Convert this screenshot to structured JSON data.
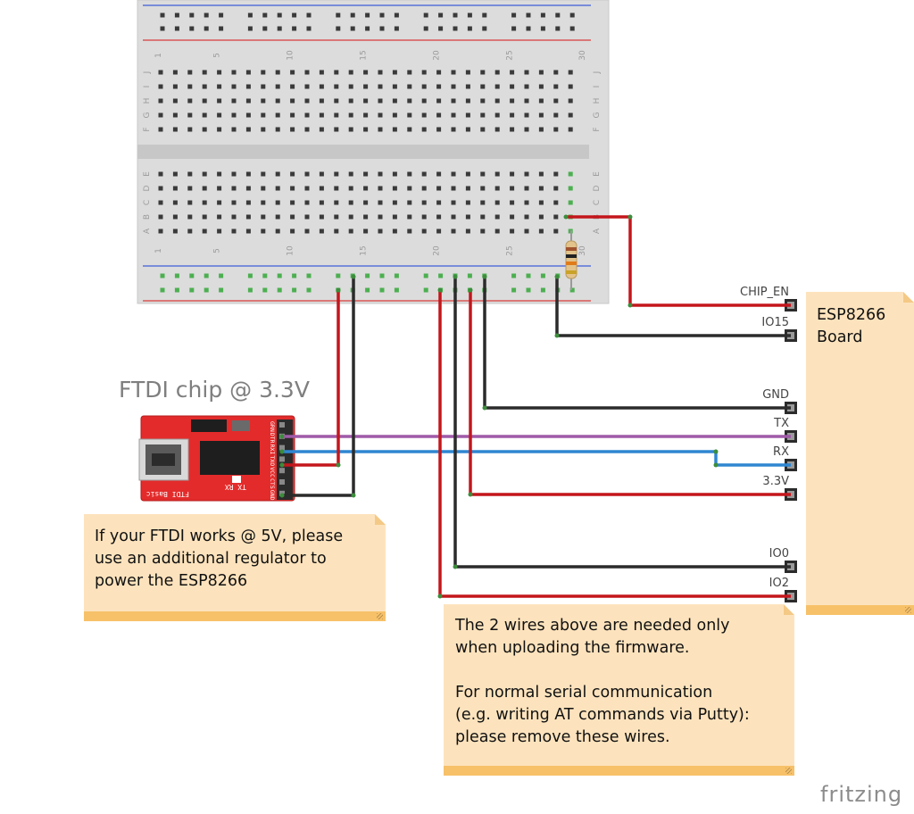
{
  "ftdi": {
    "title": "FTDI chip @ 3.3V",
    "silk_text": "FTDI Basic",
    "silk_txrx": "TX  RX",
    "pins": [
      "GRN",
      "DTR",
      "RXI",
      "TXO",
      "VCC",
      "CTS",
      "GND"
    ]
  },
  "esp": {
    "label": "ESP8266\nBoard",
    "pins": [
      "CHIP_EN",
      "IO15",
      "GND",
      "TX",
      "RX",
      "3.3V",
      "IO0",
      "IO2"
    ]
  },
  "breadboard": {
    "col_numbers": [
      "1",
      "5",
      "10",
      "15",
      "20",
      "25",
      "30"
    ],
    "row_letters_top": [
      "J",
      "I",
      "H",
      "G",
      "F"
    ],
    "row_letters_bottom": [
      "E",
      "D",
      "C",
      "B",
      "A"
    ]
  },
  "notes": {
    "ftdi_note": "If your FTDI works @ 5V, please\nuse an additional regulator to\npower the ESP8266",
    "wires_note": "The 2 wires above are needed only\nwhen uploading the firmware.\n\nFor normal serial communication\n(e.g. writing AT commands via Putty):\nplease remove these wires."
  },
  "wire_colors": {
    "red": "#c4161c",
    "black": "#2b2b2b",
    "purple": "#a05aa8",
    "blue": "#2f86d1"
  },
  "logo": "fritzing"
}
